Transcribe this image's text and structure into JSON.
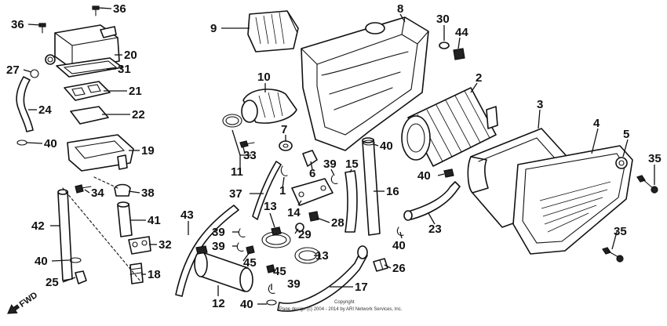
{
  "diagram": {
    "callouts": [
      {
        "id": "c36a",
        "label": "36"
      },
      {
        "id": "c36b",
        "label": "36"
      },
      {
        "id": "c20",
        "label": "20"
      },
      {
        "id": "c27",
        "label": "27"
      },
      {
        "id": "c31",
        "label": "31"
      },
      {
        "id": "c21",
        "label": "21"
      },
      {
        "id": "c24",
        "label": "24"
      },
      {
        "id": "c22",
        "label": "22"
      },
      {
        "id": "c40a",
        "label": "40"
      },
      {
        "id": "c19",
        "label": "19"
      },
      {
        "id": "c34",
        "label": "34"
      },
      {
        "id": "c38",
        "label": "38"
      },
      {
        "id": "c41",
        "label": "41"
      },
      {
        "id": "c42",
        "label": "42"
      },
      {
        "id": "c32",
        "label": "32"
      },
      {
        "id": "c40b",
        "label": "40"
      },
      {
        "id": "c18",
        "label": "18"
      },
      {
        "id": "c25",
        "label": "25"
      },
      {
        "id": "c9",
        "label": "9"
      },
      {
        "id": "c8",
        "label": "8"
      },
      {
        "id": "c30",
        "label": "30"
      },
      {
        "id": "c44",
        "label": "44"
      },
      {
        "id": "c10",
        "label": "10"
      },
      {
        "id": "c2",
        "label": "2"
      },
      {
        "id": "c3",
        "label": "3"
      },
      {
        "id": "c7",
        "label": "7"
      },
      {
        "id": "c33",
        "label": "33"
      },
      {
        "id": "c11",
        "label": "11"
      },
      {
        "id": "c40c",
        "label": "40"
      },
      {
        "id": "c4",
        "label": "4"
      },
      {
        "id": "c5",
        "label": "5"
      },
      {
        "id": "c35a",
        "label": "35"
      },
      {
        "id": "c39a",
        "label": "39"
      },
      {
        "id": "c15",
        "label": "15"
      },
      {
        "id": "c6",
        "label": "6"
      },
      {
        "id": "c1",
        "label": "1"
      },
      {
        "id": "c40d",
        "label": "40"
      },
      {
        "id": "c37",
        "label": "37"
      },
      {
        "id": "c16",
        "label": "16"
      },
      {
        "id": "c14",
        "label": "14"
      },
      {
        "id": "c13a",
        "label": "13"
      },
      {
        "id": "c28",
        "label": "28"
      },
      {
        "id": "c43",
        "label": "43"
      },
      {
        "id": "c29",
        "label": "29"
      },
      {
        "id": "c23",
        "label": "23"
      },
      {
        "id": "c39b",
        "label": "39"
      },
      {
        "id": "c39c",
        "label": "39"
      },
      {
        "id": "c45a",
        "label": "45"
      },
      {
        "id": "c40e",
        "label": "40"
      },
      {
        "id": "c13b",
        "label": "13"
      },
      {
        "id": "c45b",
        "label": "45"
      },
      {
        "id": "c26",
        "label": "26"
      },
      {
        "id": "c35b",
        "label": "35"
      },
      {
        "id": "c39d",
        "label": "39"
      },
      {
        "id": "c12",
        "label": "12"
      },
      {
        "id": "c17",
        "label": "17"
      },
      {
        "id": "c40f",
        "label": "40"
      }
    ],
    "fwd_label": "FWD",
    "copyright_line1": "Copyright",
    "copyright_line2": "Page design (c) 2004 - 2014 by ARI Network Services, Inc."
  },
  "colors": {
    "ink": "#111111",
    "paper": "#ffffff"
  }
}
